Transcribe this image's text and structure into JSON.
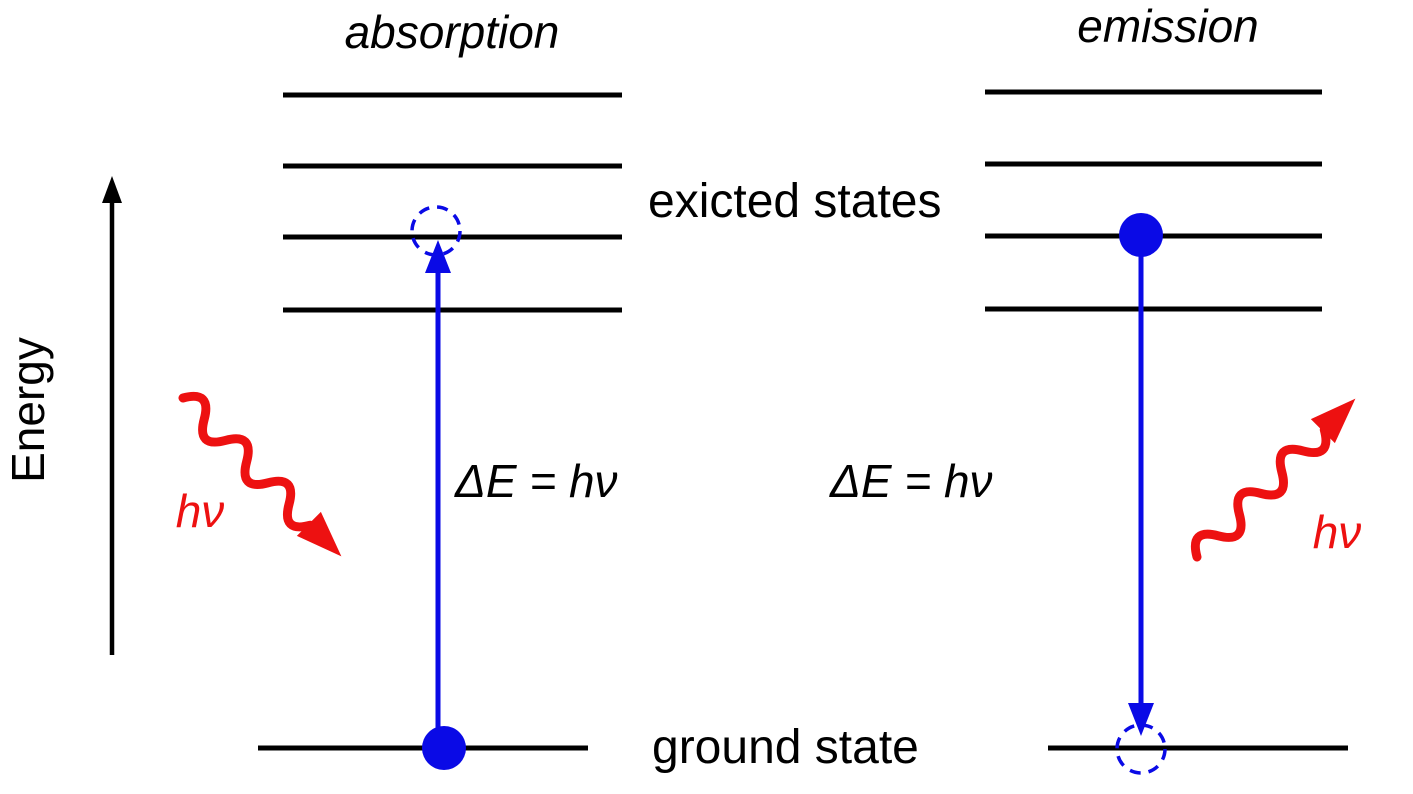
{
  "labels": {
    "absorption": "absorption",
    "emission": "emission",
    "excited_states": "exicted states",
    "ground_state": "ground state",
    "energy_axis": "Energy",
    "delta_e_left": "ΔE = hν",
    "delta_e_right": "ΔE = hν",
    "photon_left": "hν",
    "photon_right": "hν"
  },
  "colors": {
    "transition-blue": "#0a0ae6",
    "photon-red": "#ed1111",
    "line-black": "#000000"
  }
}
